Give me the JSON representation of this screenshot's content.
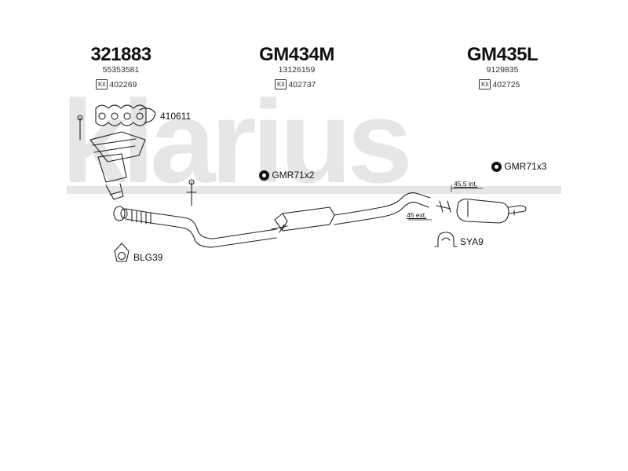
{
  "watermark": "klarius",
  "groups": [
    {
      "part": "321883",
      "oe": "55353581",
      "kit_tag": "Kit",
      "kit": "402269"
    },
    {
      "part": "GM434M",
      "oe": "13126159",
      "kit_tag": "Kit",
      "kit": "402737"
    },
    {
      "part": "GM435L",
      "oe": "9129835",
      "kit_tag": "Kit",
      "kit": "402725"
    }
  ],
  "labels": {
    "gasket_set": "410611",
    "mount_front": "GMR71x2",
    "mount_rear": "GMR71x3",
    "flange": "BLG39",
    "clamp": "SYA9",
    "dim_int": "45.5 int.",
    "dim_ext": "45 ext."
  },
  "icons": [
    "gasket-icon",
    "flange-icon",
    "clamp-icon",
    "catalytic-converter-icon",
    "middle-silencer-icon",
    "rear-silencer-icon"
  ]
}
